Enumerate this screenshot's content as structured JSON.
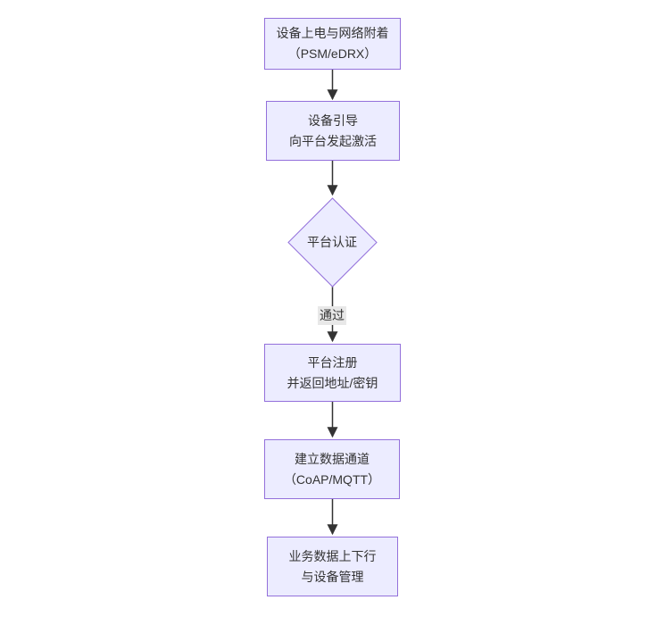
{
  "diagram": {
    "type": "flowchart",
    "direction": "top-down",
    "colors": {
      "node_fill": "#ECECFF",
      "node_border": "#9370DB",
      "edge": "#333333",
      "text": "#333333",
      "edge_label_bg": "#e8e8e8",
      "background": "#ffffff"
    },
    "nodes": [
      {
        "id": "power-network-attach",
        "shape": "rect",
        "lines": [
          "设备上电与网络附着",
          "（PSM/eDRX）"
        ]
      },
      {
        "id": "device-bootstrap",
        "shape": "rect",
        "lines": [
          "设备引导",
          "向平台发起激活"
        ]
      },
      {
        "id": "platform-auth",
        "shape": "diamond",
        "lines": [
          "平台认证"
        ]
      },
      {
        "id": "platform-register",
        "shape": "rect",
        "lines": [
          "平台注册",
          "并返回地址/密钥"
        ]
      },
      {
        "id": "data-channel",
        "shape": "rect",
        "lines": [
          "建立数据通道",
          "（CoAP/MQTT）"
        ]
      },
      {
        "id": "business-data",
        "shape": "rect",
        "lines": [
          "业务数据上下行",
          "与设备管理"
        ]
      }
    ],
    "edges": [
      {
        "from": "power-network-attach",
        "to": "device-bootstrap",
        "label": ""
      },
      {
        "from": "device-bootstrap",
        "to": "platform-auth",
        "label": ""
      },
      {
        "from": "platform-auth",
        "to": "platform-register",
        "label": "通过"
      },
      {
        "from": "platform-register",
        "to": "data-channel",
        "label": ""
      },
      {
        "from": "data-channel",
        "to": "business-data",
        "label": ""
      }
    ]
  }
}
